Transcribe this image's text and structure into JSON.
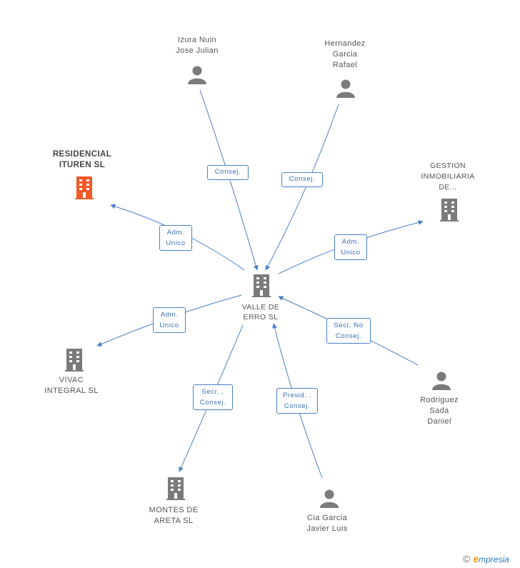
{
  "nodes": {
    "center": "VALLE DE\nERRO SL",
    "residencial": "RESIDENCIAL\nITUREN SL",
    "izura": "Izura Nuin\nJose Julian",
    "hernandez": "Hernandez\nGarcia\nRafael",
    "gestion": "GESTION\nINMOBILIARIA\nDE...",
    "vivac": "VIVAC\nINTEGRAL SL",
    "rodriguez": "Rodriguez\nSada\nDaniel",
    "montes": "MONTES DE\nARETA SL",
    "cia": "Cia Garcia\nJavier Luis"
  },
  "edges": {
    "izura": "Consej.",
    "hernandez": "Consej.",
    "residencial": "Adm.\nUnico",
    "gestion": "Adm.\nUnico",
    "vivac": "Adm.\nUnico",
    "rodriguez": "Secr. No\nConsej.",
    "montes": "Secr. ,\nConsej.",
    "cia": "Presid. ,\nConsej."
  },
  "colors": {
    "edge": "#4a7fc9",
    "icon": "#7b7b7b",
    "highlight": "#f05a28"
  },
  "icons": {
    "company": "building-icon",
    "person": "person-icon"
  },
  "brand": {
    "copyright": "©",
    "e": "e",
    "rest": "mpresia"
  }
}
